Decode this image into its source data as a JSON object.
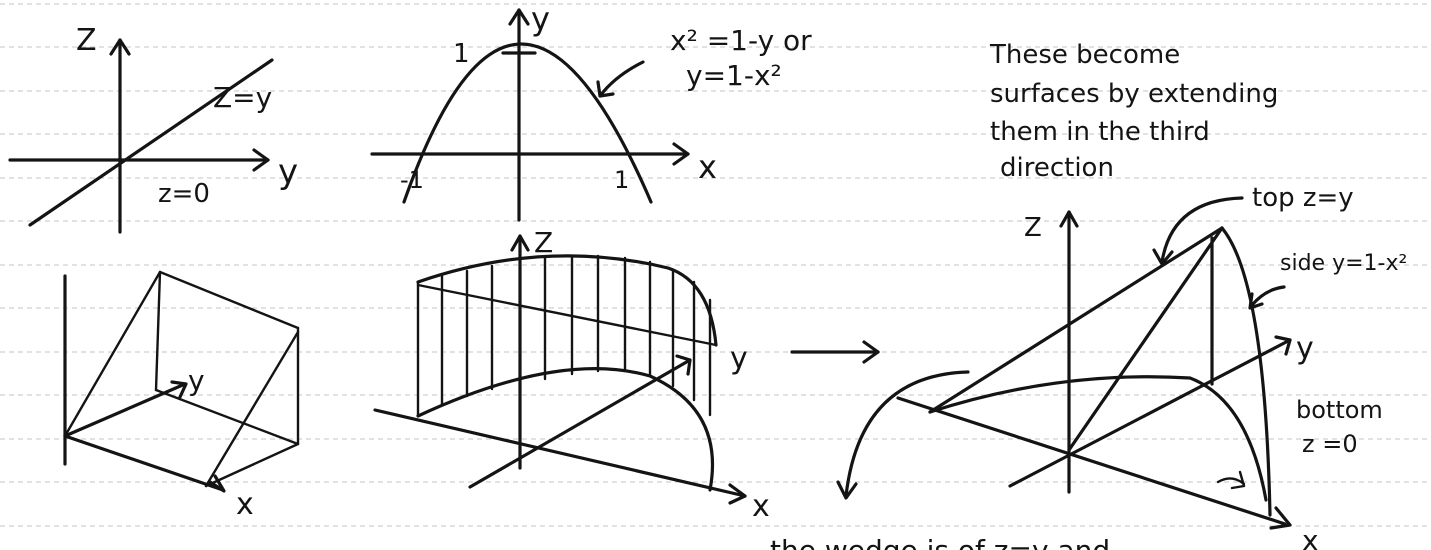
{
  "labels": {
    "z": "Z",
    "y": "y",
    "x": "x",
    "z_eq_y": "Z=y",
    "z_eq_0": "z=0",
    "one": "1",
    "neg_one": "-1",
    "parab_eq1": "x² =1-y  or",
    "parab_eq2": "y=1-x²"
  },
  "note": {
    "line1": "These become",
    "line2": "surfaces by extending",
    "line3": "them in the third",
    "line4": "direction"
  },
  "callouts": {
    "top": "top z=y",
    "side": "side y=1-x²",
    "bottom1": "bottom",
    "bottom2": "z =0",
    "caption": "the wedge is  of  z=y  and"
  }
}
